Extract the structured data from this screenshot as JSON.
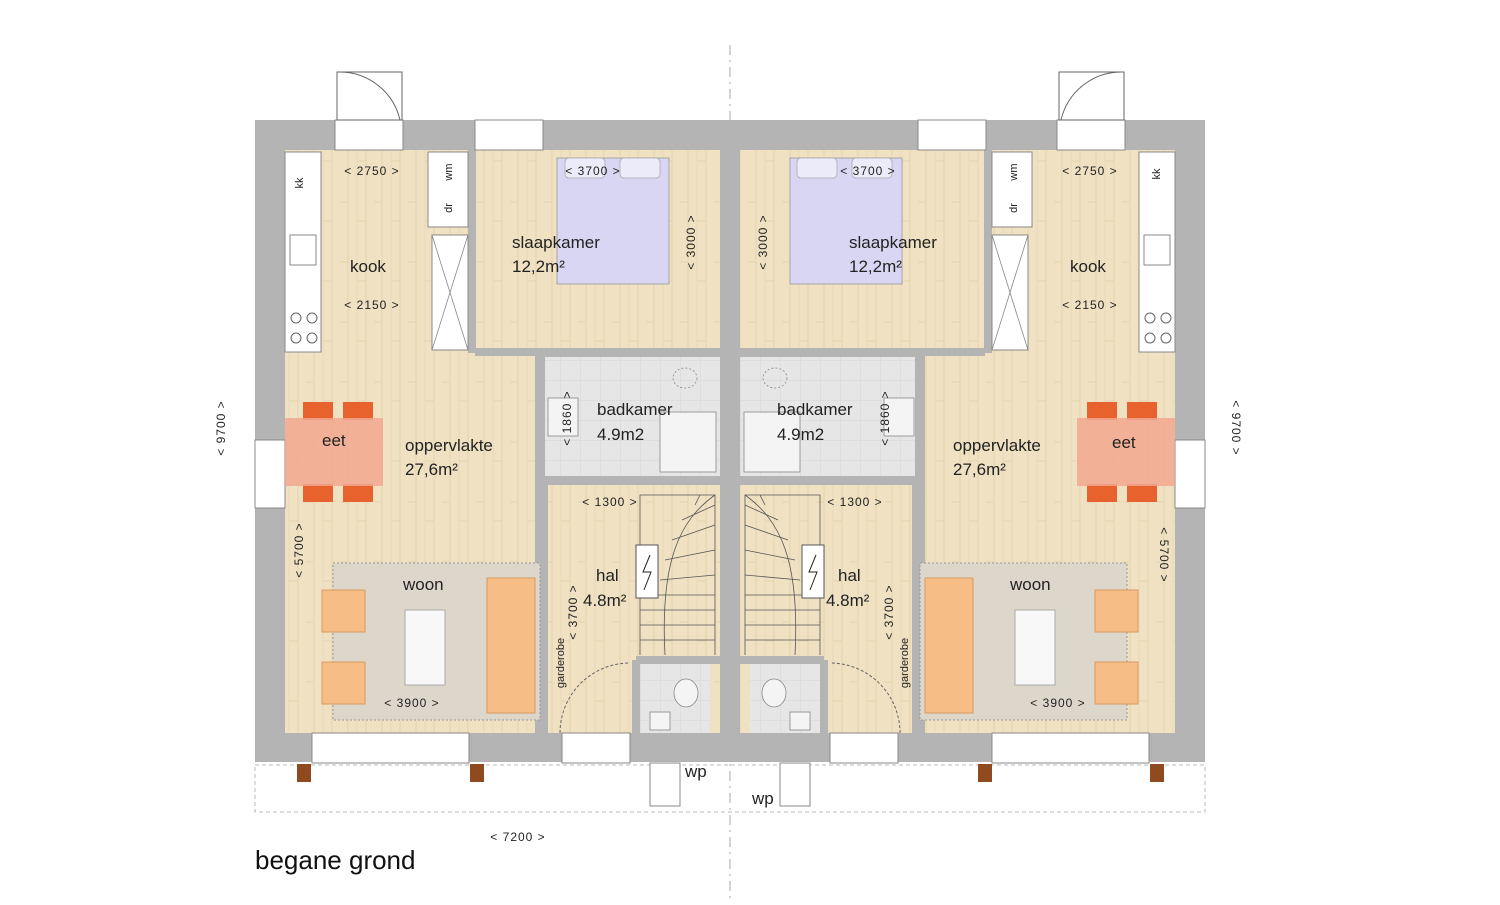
{
  "title": "begane grond",
  "dims": {
    "total_width": "< 7200 >",
    "total_depth": "< 9700 >",
    "kitchen_top": "< 2750 >",
    "kitchen_bottom": "< 2150 >",
    "bed_width": "< 3700 >",
    "bed_depth": "< 3000 >",
    "bath": "< 1860 >",
    "hal_width": "< 1300 >",
    "hal_depth": "< 3700 >",
    "living_depth": "< 5700 >",
    "living_width": "< 3900 >"
  },
  "rooms": {
    "kook": "kook",
    "slaapkamer": "slaapkamer",
    "slaapkamer_area": "12,2m²",
    "badkamer": "badkamer",
    "badkamer_area": "4.9m2",
    "eet": "eet",
    "oppervlakte": "oppervlakte",
    "oppervlakte_area": "27,6m²",
    "woon": "woon",
    "hal": "hal",
    "hal_area": "4.8m²",
    "garderobe": "garderobe",
    "wp": "wp",
    "kk": "kk",
    "wm": "wm",
    "dr": "dr"
  },
  "colors": {
    "wall": "#b4b4b4",
    "floor": "#efe1c2",
    "tile": "#e5e5e5",
    "bed": "#d8d6f2",
    "sofa": "#f6bd86",
    "chair": "#e8622e",
    "table": "#f2a88f",
    "rug": "#ddd6cb",
    "post": "#8f4a1f"
  }
}
